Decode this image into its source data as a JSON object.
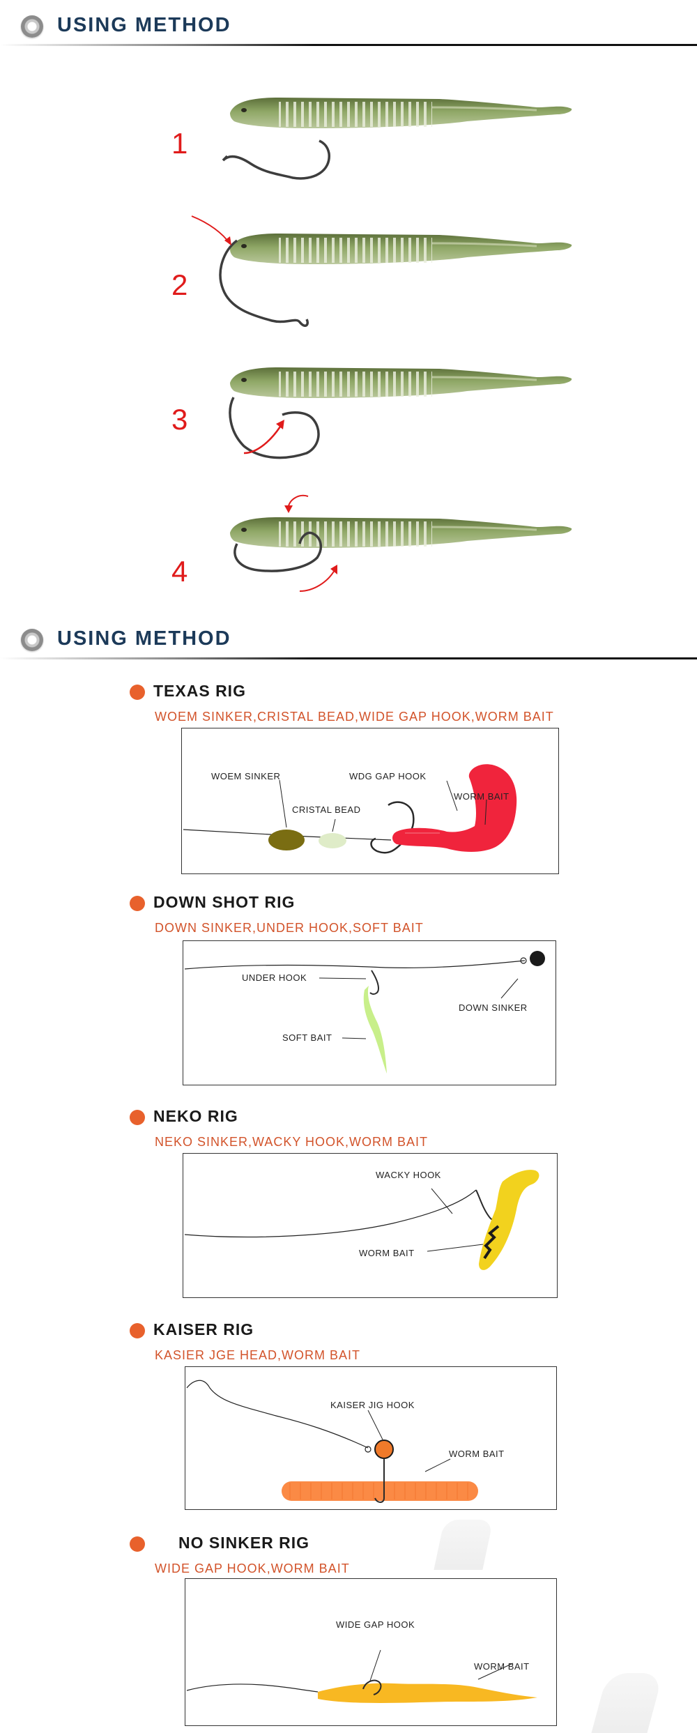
{
  "sections": [
    {
      "title": "USING METHOD"
    },
    {
      "title": "USING METHOD"
    }
  ],
  "steps": [
    "1",
    "2",
    "3",
    "4"
  ],
  "rigs": [
    {
      "name": "TEXAS RIG",
      "parts": "WOEM SINKER,CRISTAL BEAD,WIDE GAP HOOK,WORM BAIT",
      "labels": [
        "WOEM SINKER",
        "WDG GAP HOOK",
        "CRISTAL BEAD",
        "WORM BAIT"
      ]
    },
    {
      "name": "DOWN SHOT RIG",
      "parts": "DOWN SINKER,UNDER HOOK,SOFT BAIT",
      "labels": [
        "UNDER HOOK",
        "DOWN SINKER",
        "SOFT BAIT"
      ]
    },
    {
      "name": "NEKO RIG",
      "parts": "NEKO SINKER,WACKY HOOK,WORM BAIT",
      "labels": [
        "WACKY HOOK",
        "WORM BAIT"
      ]
    },
    {
      "name": "KAISER RIG",
      "parts": "KASIER JGE HEAD,WORM BAIT",
      "labels": [
        "KAISER JIG HOOK",
        "WORM BAIT"
      ]
    },
    {
      "name": "NO SINKER RIG",
      "parts": "WIDE GAP HOOK,WORM BAIT",
      "labels": [
        "WIDE GAP HOOK",
        "WORM BAIT"
      ]
    }
  ],
  "colors": {
    "heading": "#1c3a59",
    "accent_dot": "#e8612c",
    "parts_text": "#d2532a",
    "step_number": "#e01b1b",
    "bait_texas": "#f0243c",
    "bait_downshot": "#c8ef8a",
    "bait_neko": "#f2d21e",
    "bait_kaiser": "#fb8a45",
    "bait_nosinker": "#f8b822"
  }
}
